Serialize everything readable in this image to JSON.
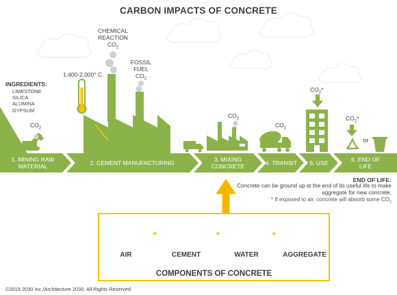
{
  "title": "CARBON IMPACTS OF CONCRETE",
  "ingredients": {
    "heading": "INGREDIENTS:",
    "items": [
      "LIMESTONE",
      "SILICA",
      "ALUMINA",
      "GYPSUM"
    ]
  },
  "co2": "CO",
  "co2_sub": "2",
  "co2_star": "*",
  "temperature": "1,400-2,000° C",
  "chemical_reaction": {
    "line1": "CHEMICAL",
    "line2": "REACTION"
  },
  "fossil_fuel": {
    "line1": "FOSSIL",
    "line2": "FUEL"
  },
  "or_text": "or",
  "stages": [
    {
      "line1": "1. MINING RAW",
      "line2": "MATERIAL"
    },
    {
      "line1": "2. CEMENT MANUFACTURING",
      "line2": ""
    },
    {
      "line1": "3. MIXING",
      "line2": "CONCRETE"
    },
    {
      "line1": "4. TRANSIT",
      "line2": ""
    },
    {
      "line1": "5. USE",
      "line2": ""
    },
    {
      "line1": "6. END OF",
      "line2": "LIFE"
    }
  ],
  "end_of_life": {
    "heading": "END OF LIFE:",
    "text": "Concrete can be ground up at the end of its useful life to make aggregate for new concrete.",
    "note": "* If exposed to air, concrete will absorb some CO"
  },
  "components": {
    "title": "COMPONENTS OF CONCRETE",
    "items": [
      "AIR",
      "CEMENT",
      "WATER",
      "AGGREGATE"
    ],
    "plus": "+"
  },
  "copyright": "©2019 2030 Inc./Architecture 2030. All Rights Reserved",
  "colors": {
    "green": "#8bb34a",
    "green_dark": "#6f9a35",
    "teal": "#69bba9",
    "yellow": "#f7c200",
    "gray": "#c8c8c8",
    "text": "#3d3d3d"
  }
}
